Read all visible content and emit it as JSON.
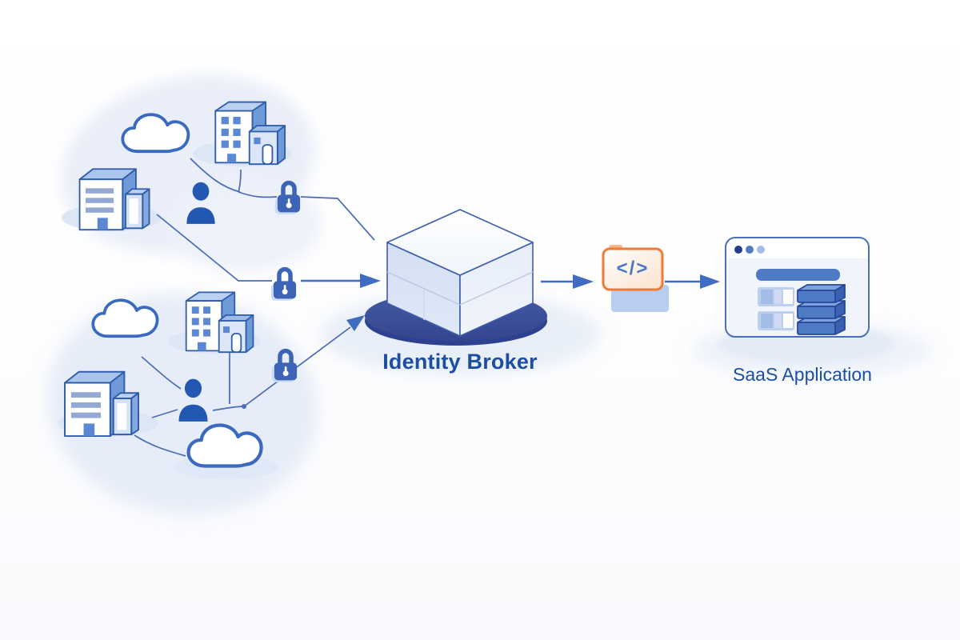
{
  "diagram": {
    "title_labels": {
      "center": "Identity Broker",
      "right": "SaaS Application",
      "code_glyph": "</>"
    },
    "clusters": [
      {
        "name": "identity-sources-top",
        "icons": [
          "cloud-icon",
          "office-building-icon",
          "company-building-icon",
          "person-icon",
          "lock-icon"
        ]
      },
      {
        "name": "identity-sources-bottom",
        "icons": [
          "cloud-icon",
          "office-building-icon",
          "company-building-icon",
          "person-icon",
          "cloud-icon",
          "lock-icon"
        ]
      }
    ],
    "flow": [
      "identity sources",
      "secure connections (locks)",
      "Identity Broker",
      "code / API token",
      "SaaS Application"
    ],
    "colors": {
      "text_blue": "#1c4ea3",
      "icon_blue": "#2257b2",
      "mid_blue": "#5b88d4",
      "outline_blue": "#2f5cab",
      "line_blue": "#4a6cb6",
      "arrow_blue": "#3f6cc0",
      "platform_navy": "#3a4f9e",
      "accent_orange": "#ee7a35",
      "blob_blue": "#e8eef8"
    }
  }
}
